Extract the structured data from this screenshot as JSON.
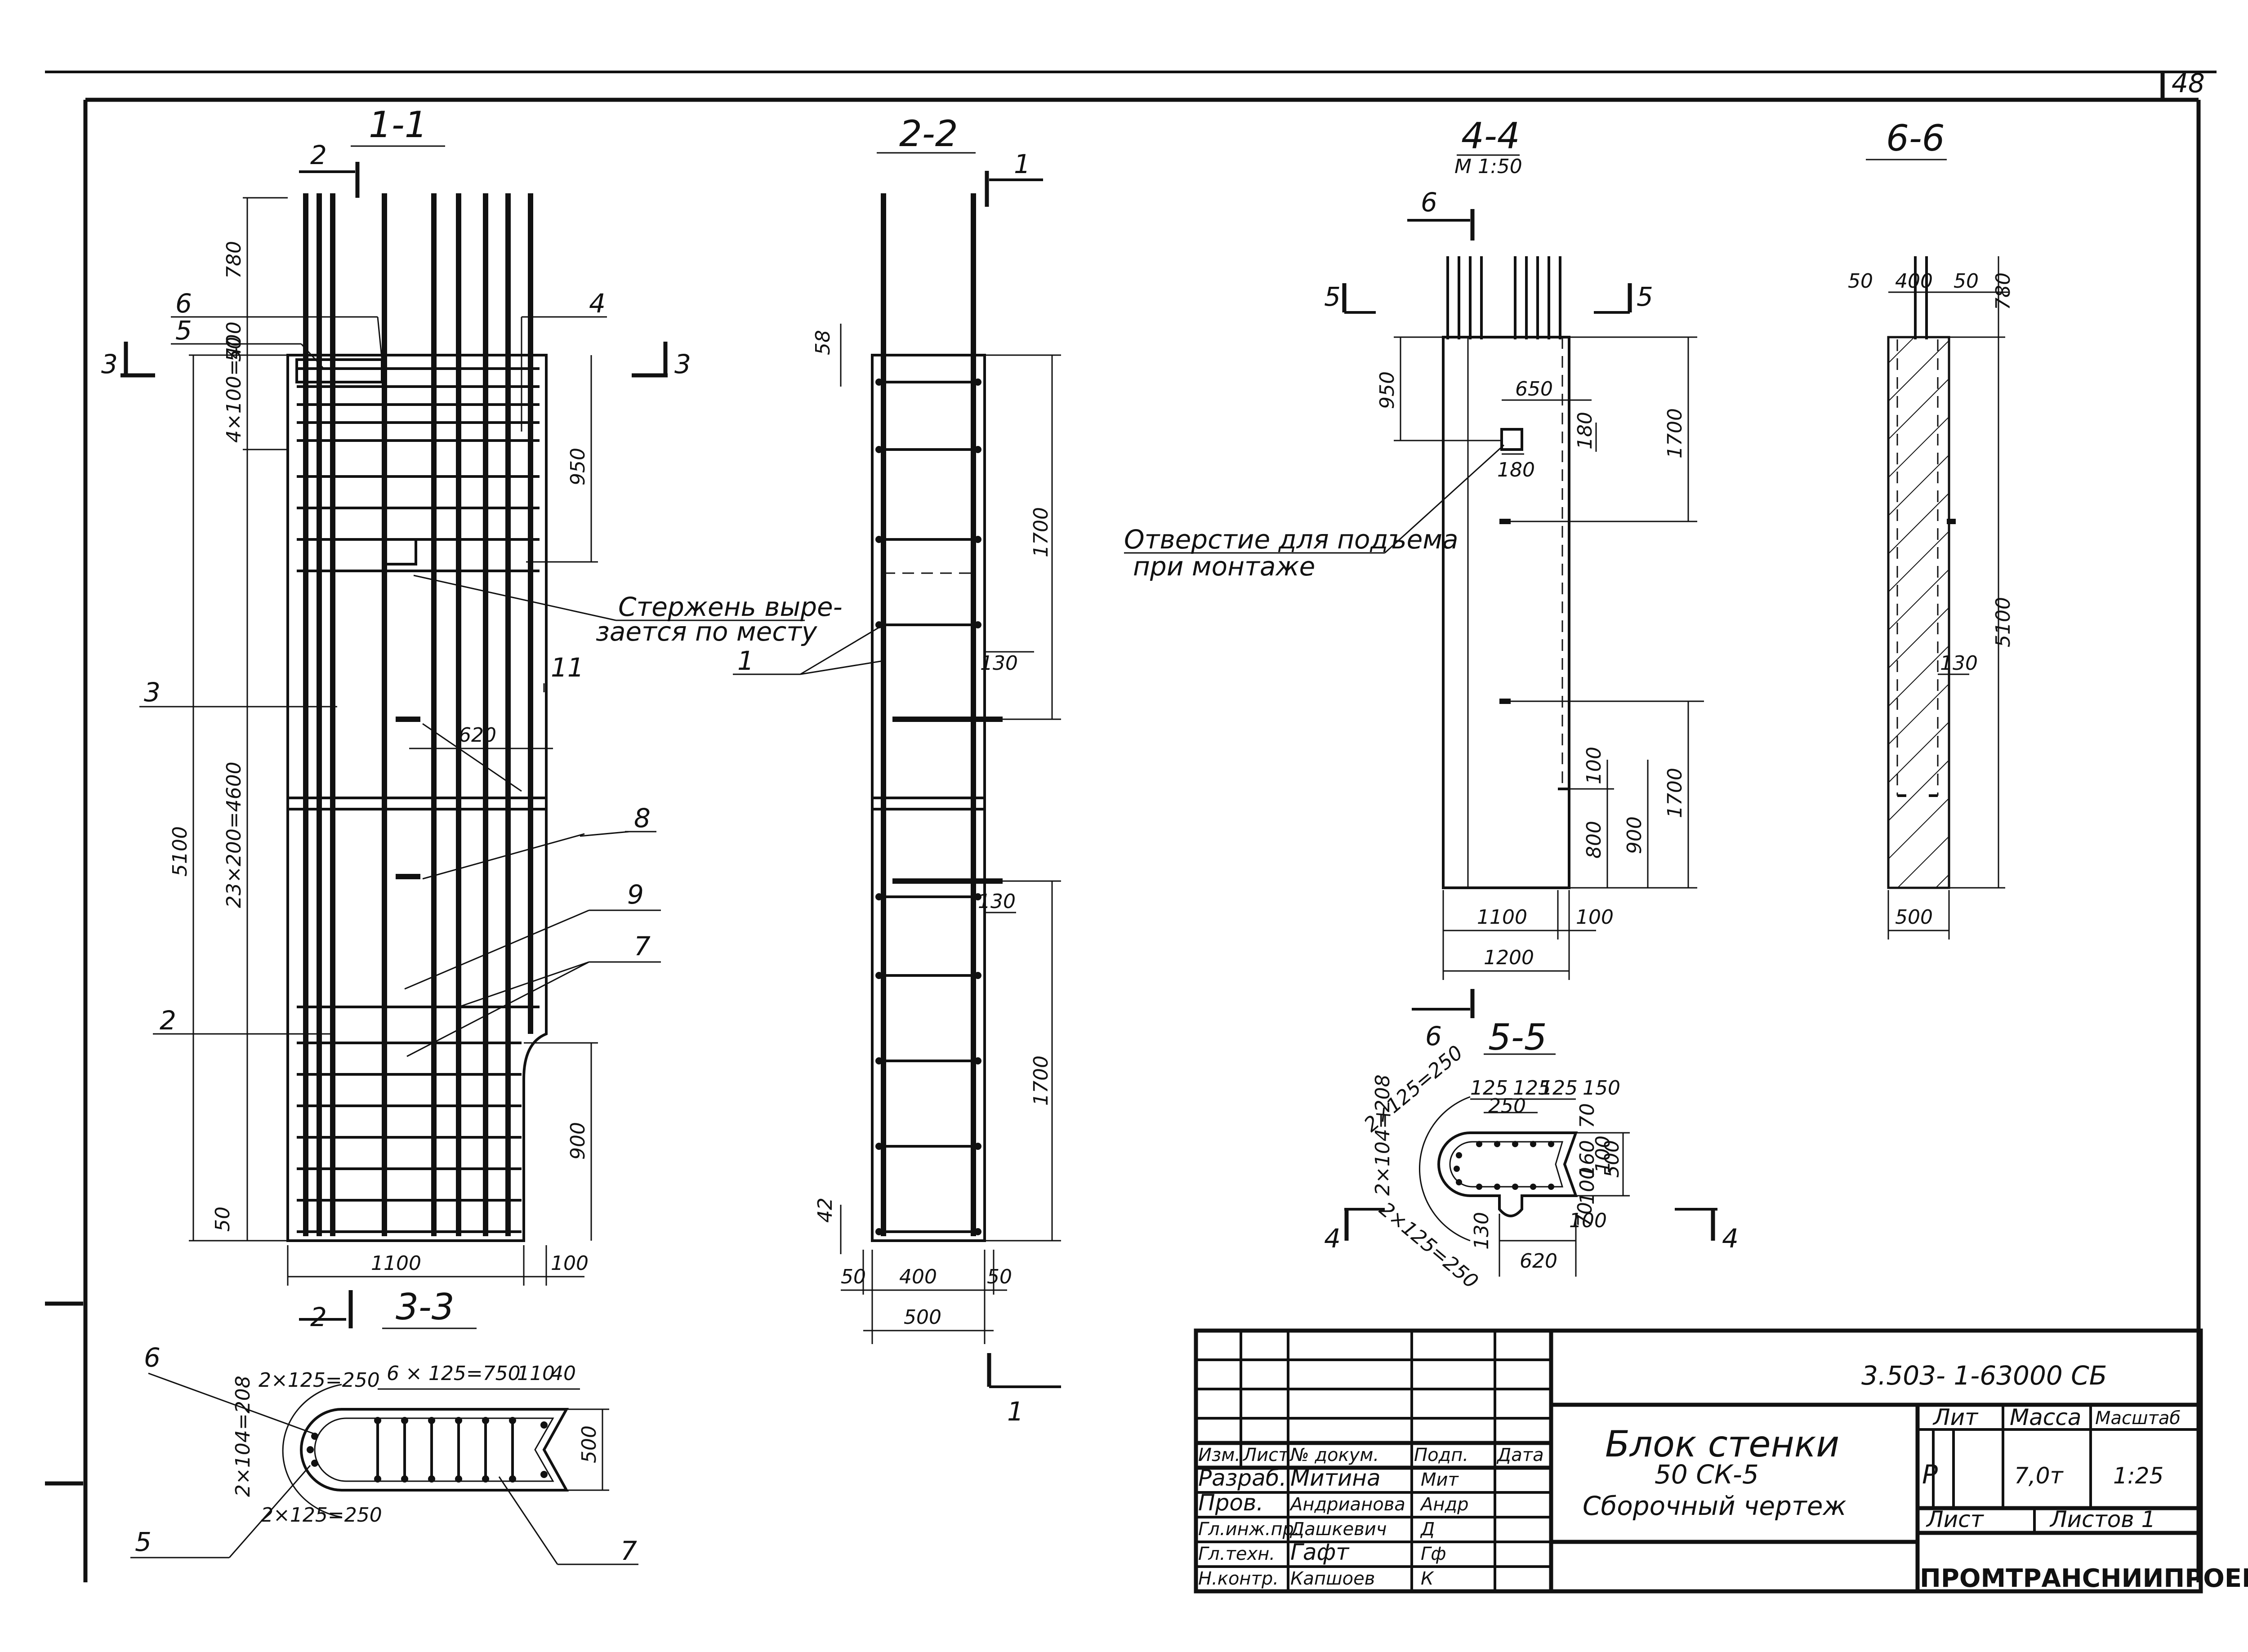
{
  "sheet": {
    "sheet_number": "48",
    "document_code": "3.503- 1-63000 СБ"
  },
  "sections": {
    "s1": {
      "title": "1-1"
    },
    "s2": {
      "title": "2-2"
    },
    "s3": {
      "title": "3-3"
    },
    "s4": {
      "title": "4-4",
      "scale": "М 1:50"
    },
    "s5": {
      "title": "5-5"
    },
    "s6": {
      "title": "6-6"
    }
  },
  "section_marks": {
    "m1": "1",
    "m2": "2",
    "m3": "3",
    "m4": "4",
    "m5": "5",
    "m6": "6"
  },
  "callouts": {
    "c1": "1",
    "c2": "2",
    "c3": "3",
    "c4": "4",
    "c5": "5",
    "c6": "6",
    "c7": "7",
    "c8": "8",
    "c9": "9",
    "c11": "11"
  },
  "notes": {
    "cut_rod_line1": "Стержень выре-",
    "cut_rod_line2": "зается по месту",
    "lift_hole_line1": "Отверстие для подъема",
    "lift_hole_line2": "при монтаже"
  },
  "dimensions": {
    "s1": {
      "top": "780",
      "spacing_top": "4×100=400",
      "d50": "50",
      "d950": "950",
      "total": "5100",
      "spacing": "23×200=4600",
      "d620": "620",
      "d900": "900",
      "bottom50": "50",
      "width": "1100",
      "d100": "100"
    },
    "s2": {
      "d58": "58",
      "d1700a": "1700",
      "d130a": "130",
      "d130b": "130",
      "d1700b": "1700",
      "d42": "42",
      "w50a": "50",
      "w400": "400",
      "w50b": "50",
      "w500": "500"
    },
    "s3": {
      "r1": "2×125=250",
      "top": "6 × 125=750",
      "d110": "110",
      "d40": "40",
      "r2": "2×104=208",
      "h500": "500",
      "r3": "2×125=250"
    },
    "s4": {
      "d950": "950",
      "d650": "650",
      "d180a": "180",
      "d180b": "180",
      "d1700a": "1700",
      "d100": "100",
      "d800": "800",
      "d900": "900",
      "d1700b": "1700",
      "d1100": "1100",
      "d100b": "100",
      "d1200": "1200"
    },
    "s5": {
      "r1": "2×125=250",
      "a125": "125",
      "b125": "125",
      "c150": "150",
      "d250": "250",
      "e125": "125",
      "d70": "70",
      "d160": "160",
      "d100": "100",
      "d500": "500",
      "d100b": "100",
      "d70b": "70",
      "r2": "2×104=208",
      "r3": "2×125=250",
      "d130": "130",
      "d620": "620"
    },
    "s6": {
      "d50a": "50",
      "d400": "400",
      "d50b": "50",
      "d780": "780",
      "d5100": "5100",
      "d130": "130",
      "d500": "500"
    }
  },
  "title_block": {
    "headers": {
      "change": "Изм.",
      "sheet": "Лист",
      "doc": "№ докум.",
      "sign": "Подп.",
      "date": "Дата"
    },
    "rows": [
      {
        "role": "Разраб.",
        "name": "Митина",
        "sign": "Мит"
      },
      {
        "role": "Пров.",
        "name": "Андрианова",
        "sign": "Андр"
      },
      {
        "role": "Гл.инж.пр.",
        "name": "Дашкевич",
        "sign": "Д"
      },
      {
        "role": "Гл.техн.",
        "name": "Гафт",
        "sign": "Гф"
      },
      {
        "role": "Н.контр.",
        "name": "Капшоев",
        "sign": "К"
      }
    ],
    "title_line1": "Блок стенки",
    "title_line2": "50 СК-5",
    "title_line3": "Сборочный чертеж",
    "lit_header": "Лит",
    "mass_header": "Масса",
    "scale_header": "Масштаб",
    "lit_value": "Р",
    "mass_value": "7,0т",
    "scale_value": "1:25",
    "sheet_label": "Лист",
    "sheets_label": "Листов 1",
    "organization": "ПРОМТРАНСНИИПРОЕКТ"
  }
}
